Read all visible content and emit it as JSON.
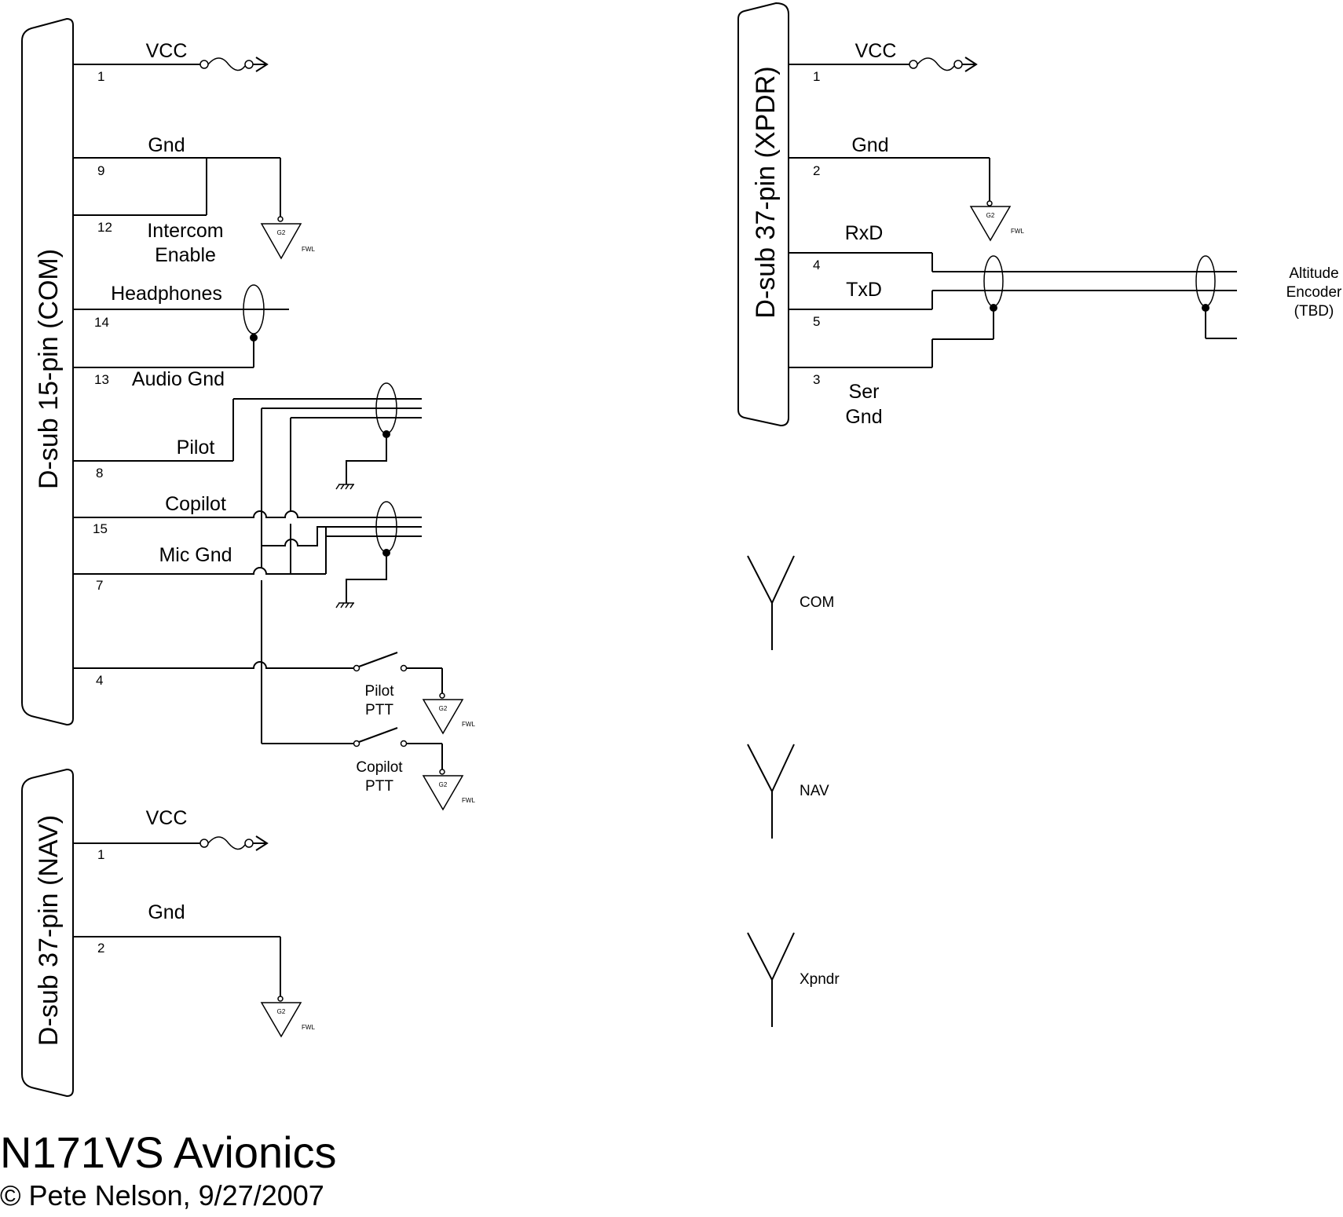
{
  "com_connector": {
    "label": "D-sub 15-pin (COM)",
    "pins": [
      "1",
      "9",
      "12",
      "14",
      "13",
      "8",
      "15",
      "7",
      "4"
    ],
    "signals": {
      "vcc": "VCC",
      "gnd": "Gnd",
      "intercom_1": "Intercom",
      "intercom_2": "Enable",
      "headphones": "Headphones",
      "audio_gnd": "Audio Gnd",
      "pilot": "Pilot",
      "copilot": "Copilot",
      "mic_gnd": "Mic Gnd"
    }
  },
  "ptt": {
    "pilot_1": "Pilot",
    "pilot_2": "PTT",
    "copilot_1": "Copilot",
    "copilot_2": "PTT"
  },
  "nav_connector": {
    "label": "D-sub 37-pin (NAV)",
    "pins": [
      "1",
      "2"
    ],
    "signals": {
      "vcc": "VCC",
      "gnd": "Gnd"
    }
  },
  "xpdr_connector": {
    "label": "D-sub 37-pin (XPDR)",
    "pins": [
      "1",
      "2",
      "4",
      "5",
      "3"
    ],
    "signals": {
      "vcc": "VCC",
      "gnd": "Gnd",
      "rxd": "RxD",
      "txd": "TxD",
      "ser_gnd_1": "Ser",
      "ser_gnd_2": "Gnd"
    }
  },
  "encoder": {
    "line1": "Altitude",
    "line2": "Encoder",
    "line3": "(TBD)"
  },
  "ground_symbol": {
    "inner": "G2",
    "tag": "FWL"
  },
  "antennas": [
    "COM",
    "NAV",
    "Xpndr"
  ],
  "title": "N171VS Avionics",
  "copyright": "© Pete Nelson, 9/27/2007"
}
